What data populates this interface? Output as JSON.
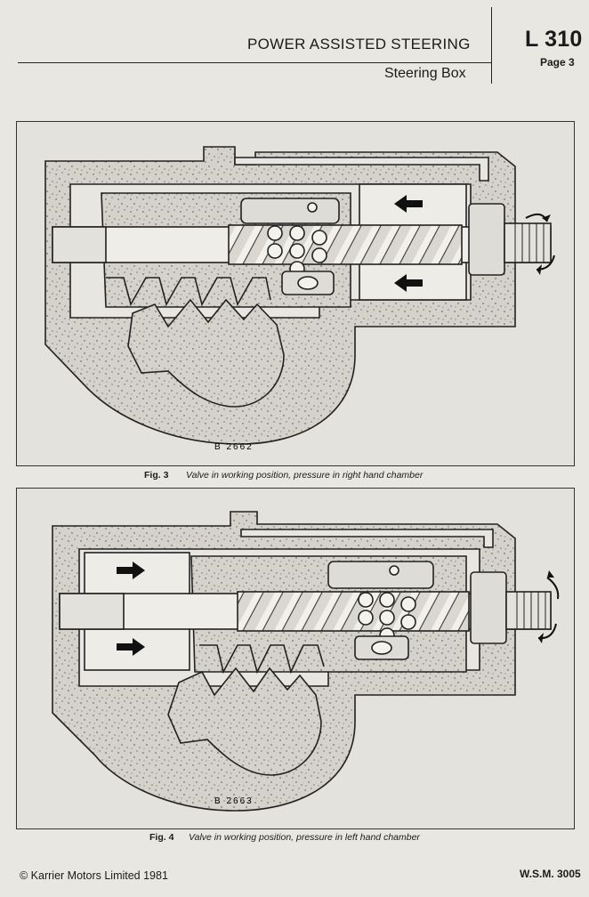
{
  "header": {
    "section_title": "POWER ASSISTED STEERING",
    "sub_title": "Steering Box",
    "sheet_code": "L 310",
    "page_label": "Page 3"
  },
  "figures": [
    {
      "drawing_code": "B 2662",
      "caption_number": "Fig. 3",
      "caption_text": "Valve in working position, pressure in right hand chamber"
    },
    {
      "drawing_code": "B 2663",
      "caption_number": "Fig. 4",
      "caption_text": "Valve in working position, pressure in left hand chamber"
    }
  ],
  "footer": {
    "copyright": "©  Karrier Motors Limited 1981",
    "manual_ref": "W.S.M. 3005"
  },
  "colors": {
    "paper": "#e9e7e1",
    "ink": "#1b1b1b",
    "casting_fill": "#d2d0c9"
  }
}
